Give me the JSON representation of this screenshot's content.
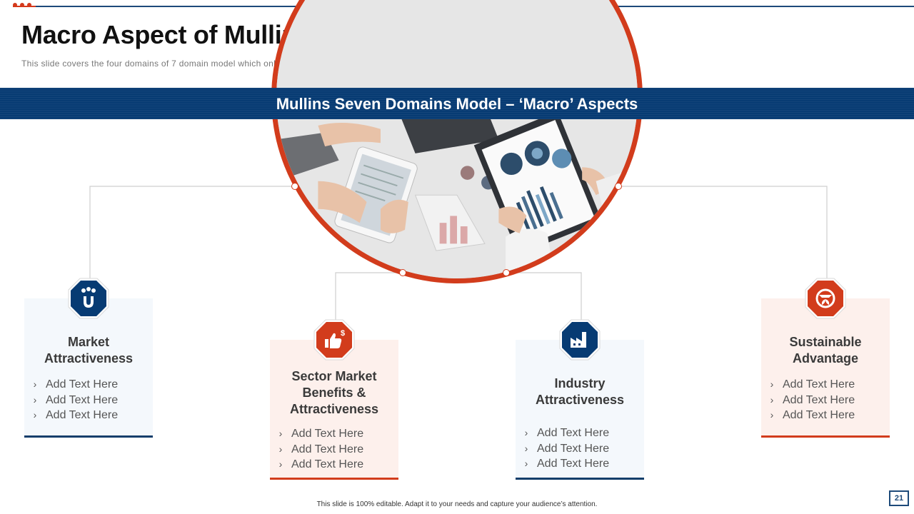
{
  "slide": {
    "title": "Macro Aspect of Mullin’s Seven Domains Model",
    "subtitle": "This slide covers the four domains of 7 domain model which only focuses the macro level of the proposed product.",
    "banner": "Mullins Seven Domains Model – ‘Macro’ Aspects",
    "footer": "This slide is 100% editable. Adapt it to your needs and capture your audience’s attention.",
    "page_number": "21"
  },
  "colors": {
    "navy": "#073b73",
    "accent": "#d23c1c"
  },
  "cards": [
    {
      "title_line1": "Market",
      "title_line2": "Attractiveness",
      "title_line3": "",
      "icon": "magnet-icon",
      "items": [
        "Add Text Here",
        "Add Text Here",
        "Add Text Here"
      ]
    },
    {
      "title_line1": "Sector Market",
      "title_line2": "Benefits &",
      "title_line3": "Attractiveness",
      "icon": "thumbs-up-dollar-icon",
      "items": [
        "Add Text Here",
        "Add Text Here",
        "Add Text Here"
      ]
    },
    {
      "title_line1": "Industry",
      "title_line2": "Attractiveness",
      "title_line3": "",
      "icon": "factory-icon",
      "items": [
        "Add Text Here",
        "Add Text Here",
        "Add Text Here"
      ]
    },
    {
      "title_line1": "Sustainable",
      "title_line2": "Advantage",
      "title_line3": "",
      "icon": "sustainability-icon",
      "items": [
        "Add Text Here",
        "Add Text Here",
        "Add Text Here"
      ]
    }
  ]
}
